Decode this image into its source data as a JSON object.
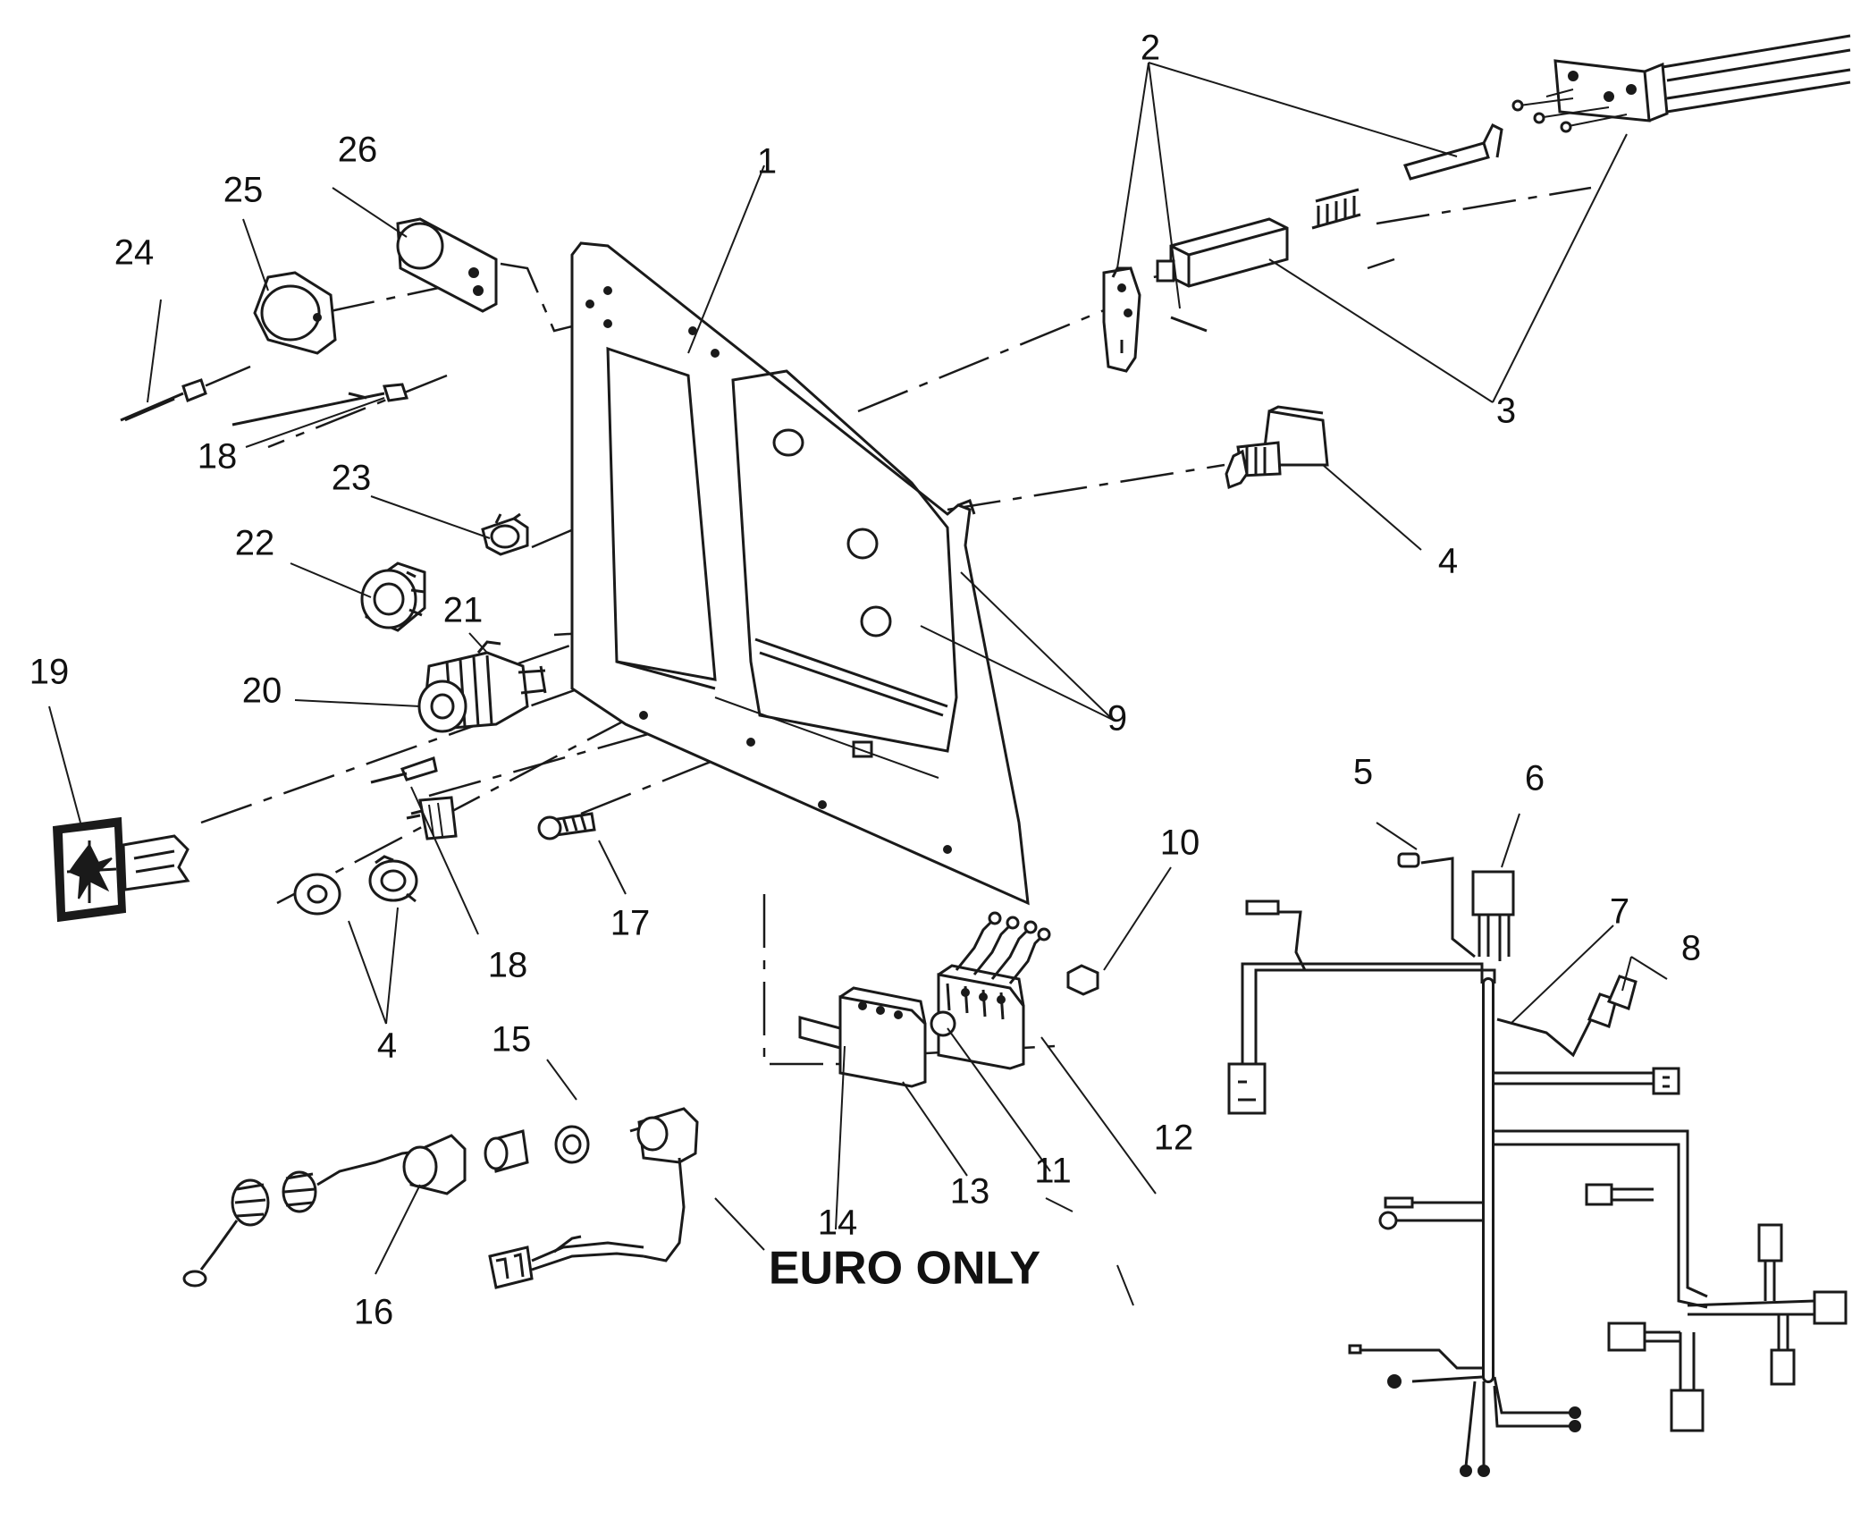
{
  "labels": {
    "p1": "1",
    "p2": "2",
    "p3": "3",
    "p4a": "4",
    "p4b": "4",
    "p5": "5",
    "p6": "6",
    "p7": "7",
    "p8": "8",
    "p9": "9",
    "p10": "10",
    "p11": "11",
    "p12": "12",
    "p13": "13",
    "p14": "14",
    "p15": "15",
    "p16": "16",
    "p17": "17",
    "p18a": "18",
    "p18b": "18",
    "p19": "19",
    "p20": "20",
    "p21": "21",
    "p22": "22",
    "p23": "23",
    "p24": "24",
    "p25": "25",
    "p26": "26"
  },
  "note": "EURO ONLY"
}
